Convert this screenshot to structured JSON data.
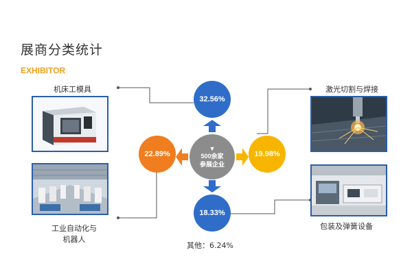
{
  "title": "展商分类统计",
  "subtitle": "EXHIBITOR",
  "center": {
    "line1": "500余家",
    "line2": "参展企业"
  },
  "categories": [
    {
      "label": "机床工模具",
      "percent": "32.56%",
      "color": "#2f6dc8"
    },
    {
      "label": "激光切割与焊接",
      "percent": "19.98%",
      "color": "#f7b500"
    },
    {
      "label_line1": "工业自动化与",
      "label_line2": "机器人",
      "percent": "22.89%",
      "color": "#f07d1f"
    },
    {
      "label": "包装及弹簧设备",
      "percent": "18.33%",
      "color": "#2f6dc8"
    }
  ],
  "other": "其他：6.24%",
  "colors": {
    "center": "#8c8c8c",
    "arrow_up": "#2f6dc8",
    "arrow_left": "#f07d1f",
    "arrow_right": "#f7b500",
    "arrow_down": "#2f6dc8"
  }
}
